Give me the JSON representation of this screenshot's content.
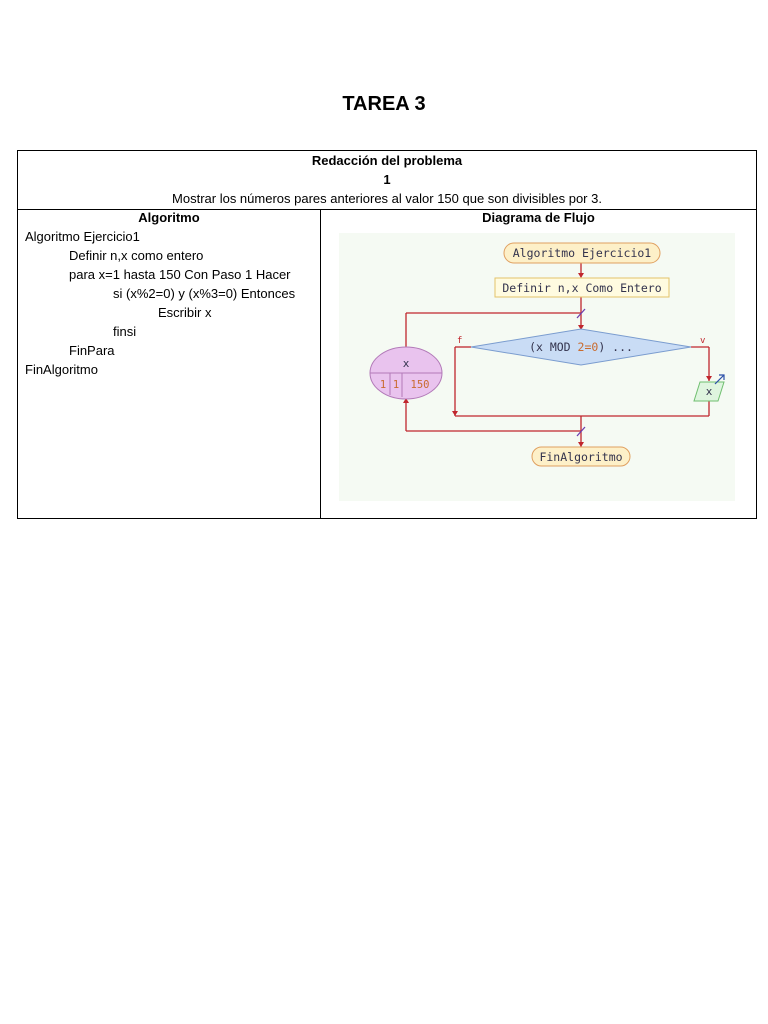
{
  "page": {
    "title": "TAREA 3"
  },
  "problem": {
    "heading": "Redacción del problema",
    "number": "1",
    "statement": "Mostrar los números pares anteriores al valor 150 que son divisibles por 3."
  },
  "algorithm": {
    "heading": "Algoritmo",
    "lines": [
      "Algoritmo Ejercicio1",
      "Definir n,x como entero",
      "para x=1 hasta 150 Con Paso 1 Hacer",
      "si (x%2=0) y (x%3=0) Entonces",
      "Escribir x",
      "finsi",
      "FinPara",
      "FinAlgoritmo"
    ]
  },
  "flowchart": {
    "heading": "Diagrama de Flujo",
    "start": "Algoritmo Ejercicio1",
    "define": "Definir n,x Como Entero",
    "loop_var": "x",
    "loop_from": "1",
    "loop_step": "1",
    "loop_to": "150",
    "condition_prefix": "(x MOD ",
    "condition_value": "2=0",
    "condition_suffix": ") ...",
    "false_label": "f",
    "true_label": "v",
    "output": "x",
    "end": "FinAlgoritmo",
    "colors": {
      "line": "#c0262d",
      "terminal_fill": "#fdf0c8",
      "terminal_stroke": "#e0a060",
      "process_fill": "#fffbe0",
      "decision_fill": "#c9dcf5",
      "decision_stroke": "#7a9ccf",
      "loop_fill": "#e9c3ee",
      "loop_stroke": "#b27ab8",
      "output_fill": "#dff5df",
      "output_stroke": "#6fbf6f",
      "number_color": "#c96b2e"
    }
  }
}
